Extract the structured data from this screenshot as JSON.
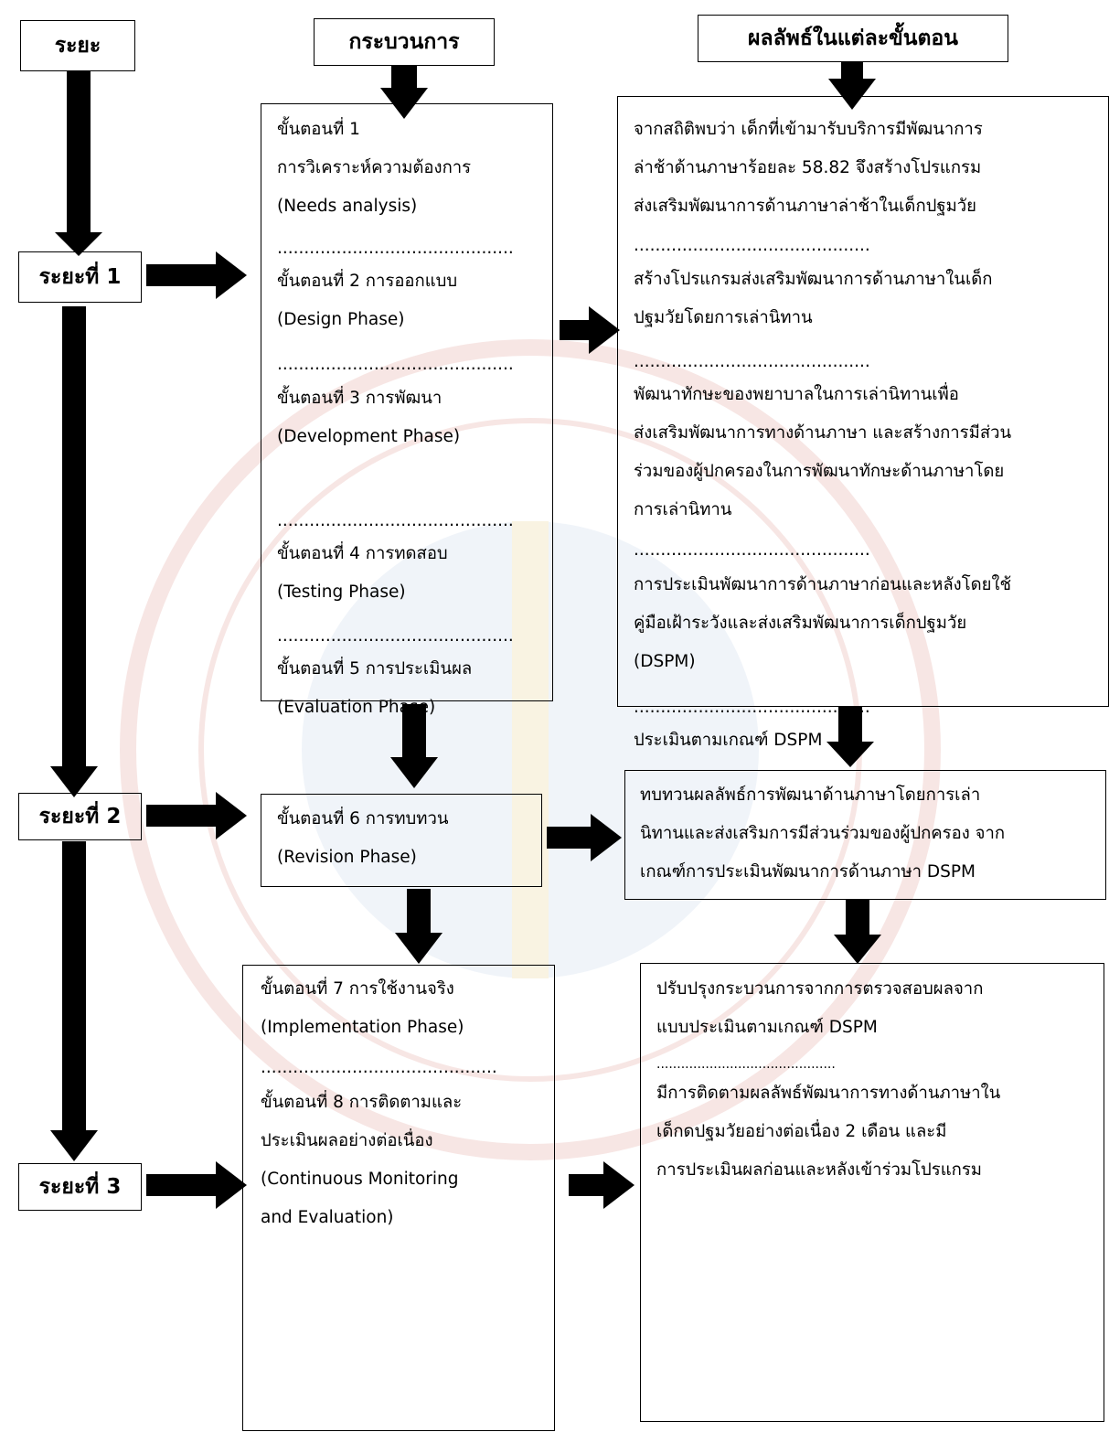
{
  "headers": {
    "period": "ระยะ",
    "process": "กระบวนการ",
    "results": "ผลลัพธ์ในแต่ละขั้นตอน"
  },
  "phases": [
    "ระยะที่ 1",
    "ระยะที่ 2",
    "ระยะที่ 3"
  ],
  "separator": "............................................",
  "process_box1": [
    "ขั้นตอนที่ 1",
    "การวิเคราะห์ความต้องการ",
    "(Needs analysis)",
    "ขั้นตอนที่ 2 การออกแบบ",
    "(Design Phase)",
    "ขั้นตอนที่ 3 การพัฒนา",
    "(Development Phase)",
    "ขั้นตอนที่ 4 การทดสอบ",
    "(Testing Phase)",
    "ขั้นตอนที่ 5 การประเมินผล",
    "(Evaluation Phase)"
  ],
  "process_box2": [
    "ขั้นตอนที่ 6 การทบทวน",
    "(Revision Phase)"
  ],
  "process_box3": [
    "ขั้นตอนที่ 7 การใช้งานจริง",
    "(Implementation Phase)",
    "ขั้นตอนที่ 8 การติดตามและ",
    "ประเมินผลอย่างต่อเนื่อง",
    "(Continuous Monitoring",
    "and Evaluation)"
  ],
  "result_box1": [
    "จากสถิติพบว่า เด็กที่เข้ามารับบริการมีพัฒนาการ",
    "ล่าช้าด้านภาษาร้อยละ 58.82 จึงสร้างโปรแกรม",
    "ส่งเสริมพัฒนาการด้านภาษาล่าช้าในเด็กปฐมวัย",
    "สร้างโปรแกรมส่งเสริมพัฒนาการด้านภาษาในเด็ก",
    "ปฐมวัยโดยการเล่านิทาน",
    "พัฒนาทักษะของพยาบาลในการเล่านิทานเพื่อ",
    "ส่งเสริมพัฒนาการทางด้านภาษา และสร้างการมีส่วน",
    "ร่วมของผู้ปกครองในการพัฒนาทักษะด้านภาษาโดย",
    "การเล่านิทาน",
    "การประเมินพัฒนาการด้านภาษาก่อนและหลังโดยใช้",
    "คู่มือเฝ้าระวังและส่งเสริมพัฒนาการเด็กปฐมวัย",
    "(DSPM)",
    "ประเมินตามเกณฑ์ DSPM"
  ],
  "result_box2": [
    "ทบทวนผลลัพธ์การพัฒนาด้านภาษาโดยการเล่า",
    "นิทานและส่งเสริมการมีส่วนร่วมของผู้ปกครอง จาก",
    "เกณฑ์การประเมินพัฒนาการด้านภาษา DSPM"
  ],
  "result_box3": [
    "ปรับปรุงกระบวนการจากการตรวจสอบผลจาก",
    "แบบประเมินตามเกณฑ์ DSPM",
    "มีการติดตามผลลัพธ์พัฒนาการทางด้านภาษาใน",
    "เด็กดปฐมวัยอย่างต่อเนื่อง 2 เดือน และมี",
    "การประเมินผลก่อนและหลังเข้าร่วมโปรแกรม"
  ]
}
